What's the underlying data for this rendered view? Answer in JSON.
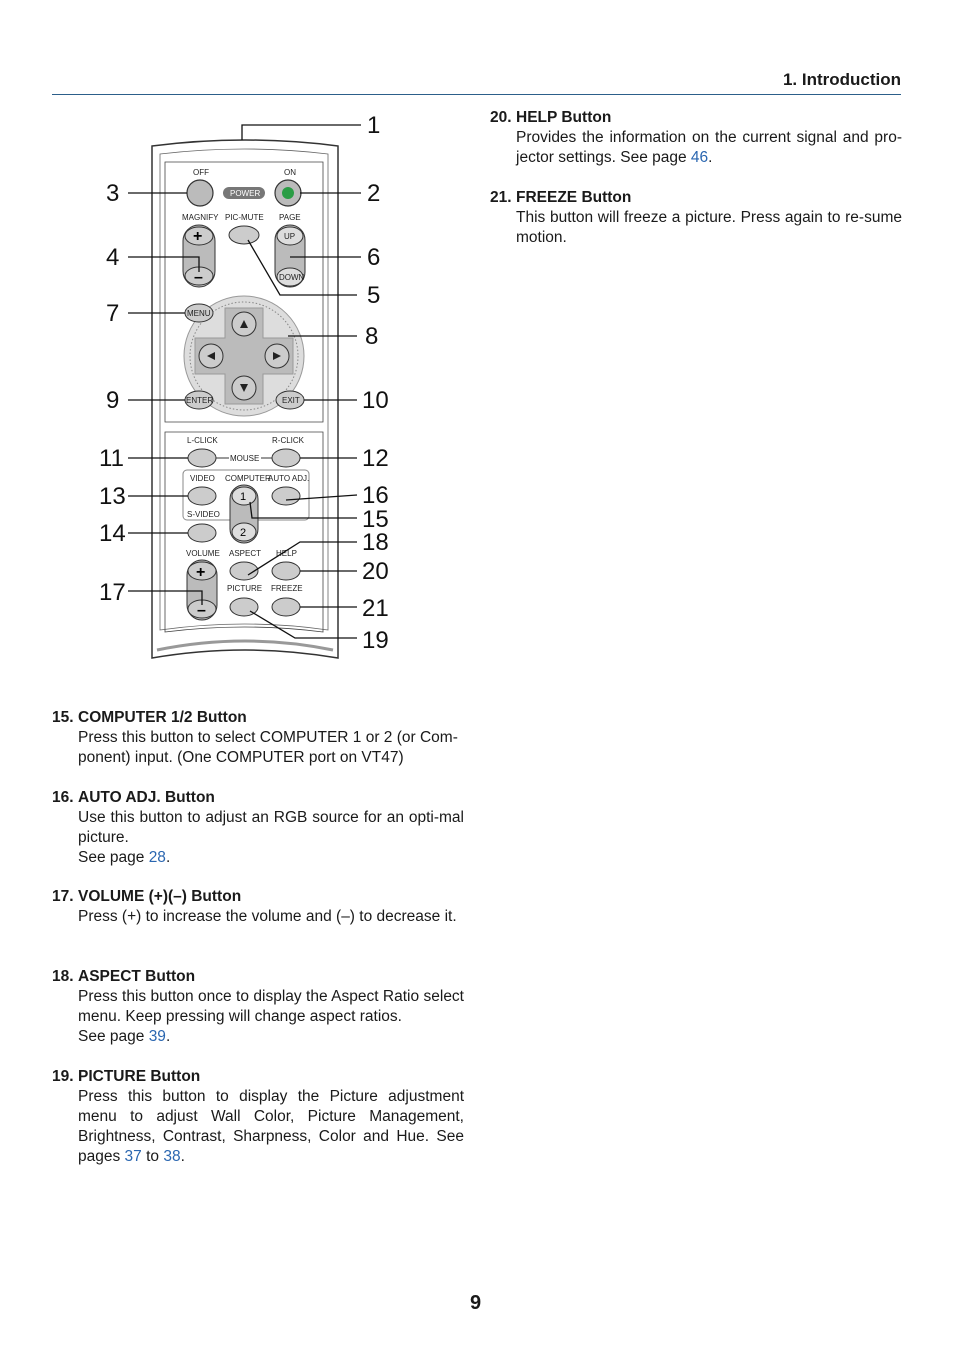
{
  "header": {
    "title": "1. Introduction"
  },
  "page_number": "9",
  "remote_labels": {
    "off": "OFF",
    "on": "ON",
    "power": "POWER",
    "magnify": "MAGNIFY",
    "pic_mute": "PIC-MUTE",
    "page": "PAGE",
    "up": "UP",
    "down": "DOWN",
    "plus": "+",
    "minus": "–",
    "menu": "MENU",
    "enter": "ENTER",
    "exit": "EXIT",
    "l_click": "L-CLICK",
    "r_click": "R-CLICK",
    "mouse": "MOUSE",
    "video": "VIDEO",
    "computer": "COMPUTER",
    "auto_adj": "AUTO ADJ.",
    "s_video": "S-VIDEO",
    "one": "1",
    "two": "2",
    "volume": "VOLUME",
    "aspect": "ASPECT",
    "help": "HELP",
    "picture": "PICTURE",
    "freeze": "FREEZE"
  },
  "callouts": [
    "1",
    "2",
    "3",
    "4",
    "5",
    "6",
    "7",
    "8",
    "9",
    "10",
    "11",
    "12",
    "13",
    "14",
    "15",
    "16",
    "17",
    "18",
    "19",
    "20",
    "21"
  ],
  "entries": {
    "e15": {
      "num": "15.",
      "title": "COMPUTER 1/2 Button",
      "text": "Press this button to select COMPUTER 1 or 2 (or Com-ponent) input. (One COMPUTER port on VT47)"
    },
    "e16": {
      "num": "16.",
      "title": "AUTO ADJ. Button",
      "text": "Use this button to adjust an RGB source for an opti-mal picture.",
      "see": "See page ",
      "link": "28",
      "end": "."
    },
    "e17": {
      "num": "17.",
      "title": "VOLUME (+)(–) Button",
      "text": "Press (+) to increase the volume and (–) to decrease it."
    },
    "e18": {
      "num": "18.",
      "title": "ASPECT Button",
      "text": "Press this button once to display the Aspect Ratio select menu. Keep pressing will change aspect ratios.",
      "see": "See page ",
      "link": "39",
      "end": "."
    },
    "e19": {
      "num": "19.",
      "title": "PICTURE Button",
      "text": "Press this button to display the Picture adjustment menu to adjust Wall Color, Picture Management, Brightness, Contrast, Sharpness, Color and Hue. See pages ",
      "link1": "37",
      "mid": " to ",
      "link2": "38",
      "end": "."
    },
    "e20": {
      "num": "20.",
      "title": "HELP Button",
      "text": "Provides the information on the current signal and pro-jector settings. See page ",
      "link": "46",
      "end": "."
    },
    "e21": {
      "num": "21.",
      "title": "FREEZE Button",
      "text": "This button will freeze a picture. Press again to re-sume motion."
    }
  }
}
